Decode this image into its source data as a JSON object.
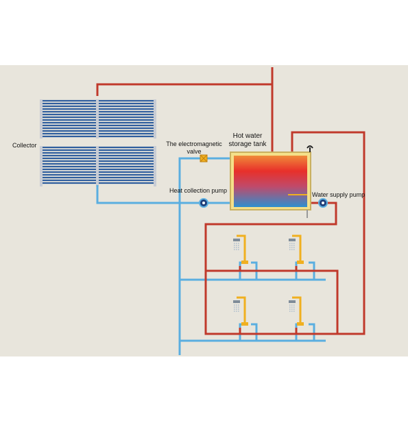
{
  "labels": {
    "collector": "Collector",
    "valve_line1": "The electromagnetic",
    "valve_line2": "valve",
    "tank_line1": "Hot water",
    "tank_line2": "storage tank",
    "heat_pump": "Heat collection pump",
    "supply_pump": "Water supply pump"
  },
  "colors": {
    "background": "#e8e5dc",
    "hot_pipe": "#c0392b",
    "cold_pipe": "#5aaee0",
    "panel_tube": "#2f5e9e",
    "shower": "#f0b020",
    "tank_top": "#e8503a",
    "tank_bottom": "#2f8fcf"
  },
  "icons": [
    "solar-collector-icon",
    "valve-icon",
    "pump-icon",
    "shower-icon",
    "faucet-icon",
    "storage-tank-icon"
  ]
}
